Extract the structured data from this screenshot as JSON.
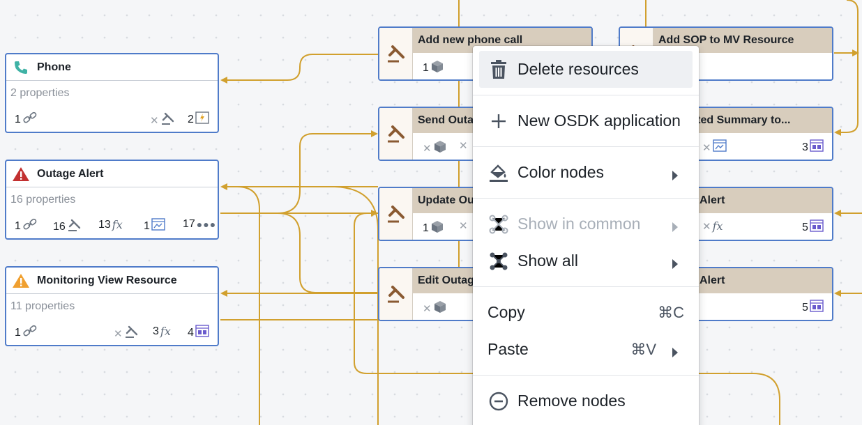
{
  "colors": {
    "edge": "#d1a02e",
    "node_border": "#4f7bc9",
    "action_header": "#d8cdbd",
    "menu_highlight": "#eef0f3",
    "danger_icon": "#c23030",
    "warning_icon": "#f0a030",
    "phone_icon": "#3fb2a5"
  },
  "object_nodes": [
    {
      "title": "Phone",
      "icon": "phone-icon",
      "props": "2 properties",
      "stats": {
        "links": "1",
        "actions": "",
        "functions": "",
        "views": "",
        "more": "",
        "automations": "2"
      }
    },
    {
      "title": "Outage Alert",
      "icon": "warning-red-icon",
      "props": "16 properties",
      "stats": {
        "links": "1",
        "actions": "16",
        "functions": "13",
        "views": "1",
        "more": "17"
      }
    },
    {
      "title": "Monitoring View Resource",
      "icon": "warning-orange-icon",
      "props": "11 properties",
      "stats": {
        "links": "1",
        "actions": "",
        "functions": "3",
        "views": "4"
      }
    }
  ],
  "action_nodes": [
    {
      "title": "Add new phone call",
      "stat1": "1",
      "stat2": "",
      "stat3": ""
    },
    {
      "title": "Add SOP to MV Resource",
      "stat1": "",
      "stat2": "",
      "stat3": ""
    },
    {
      "title": "Send Outa",
      "stat1": "",
      "stat2": "",
      "stat3": ""
    },
    {
      "title": "Generated Summary to...",
      "stat1": "",
      "stat2": "",
      "stat3": "3"
    },
    {
      "title": "Update Ou",
      "stat1": "1",
      "stat2": "",
      "stat3": ""
    },
    {
      "title": "Outage Alert",
      "stat1": "",
      "stat2": "",
      "stat3": "5"
    },
    {
      "title": "Edit Outag",
      "stat1": "",
      "stat2": "",
      "stat3": ""
    },
    {
      "title": "Outage Alert",
      "stat1": "",
      "stat2": "",
      "stat3": "5"
    }
  ],
  "context_menu": {
    "delete": "Delete resources",
    "new_osdk": "New OSDK application",
    "color_nodes": "Color nodes",
    "show_common": "Show in common",
    "show_all": "Show all",
    "copy": "Copy",
    "copy_shortcut": "⌘C",
    "paste": "Paste",
    "paste_shortcut": "⌘V",
    "remove": "Remove nodes"
  }
}
